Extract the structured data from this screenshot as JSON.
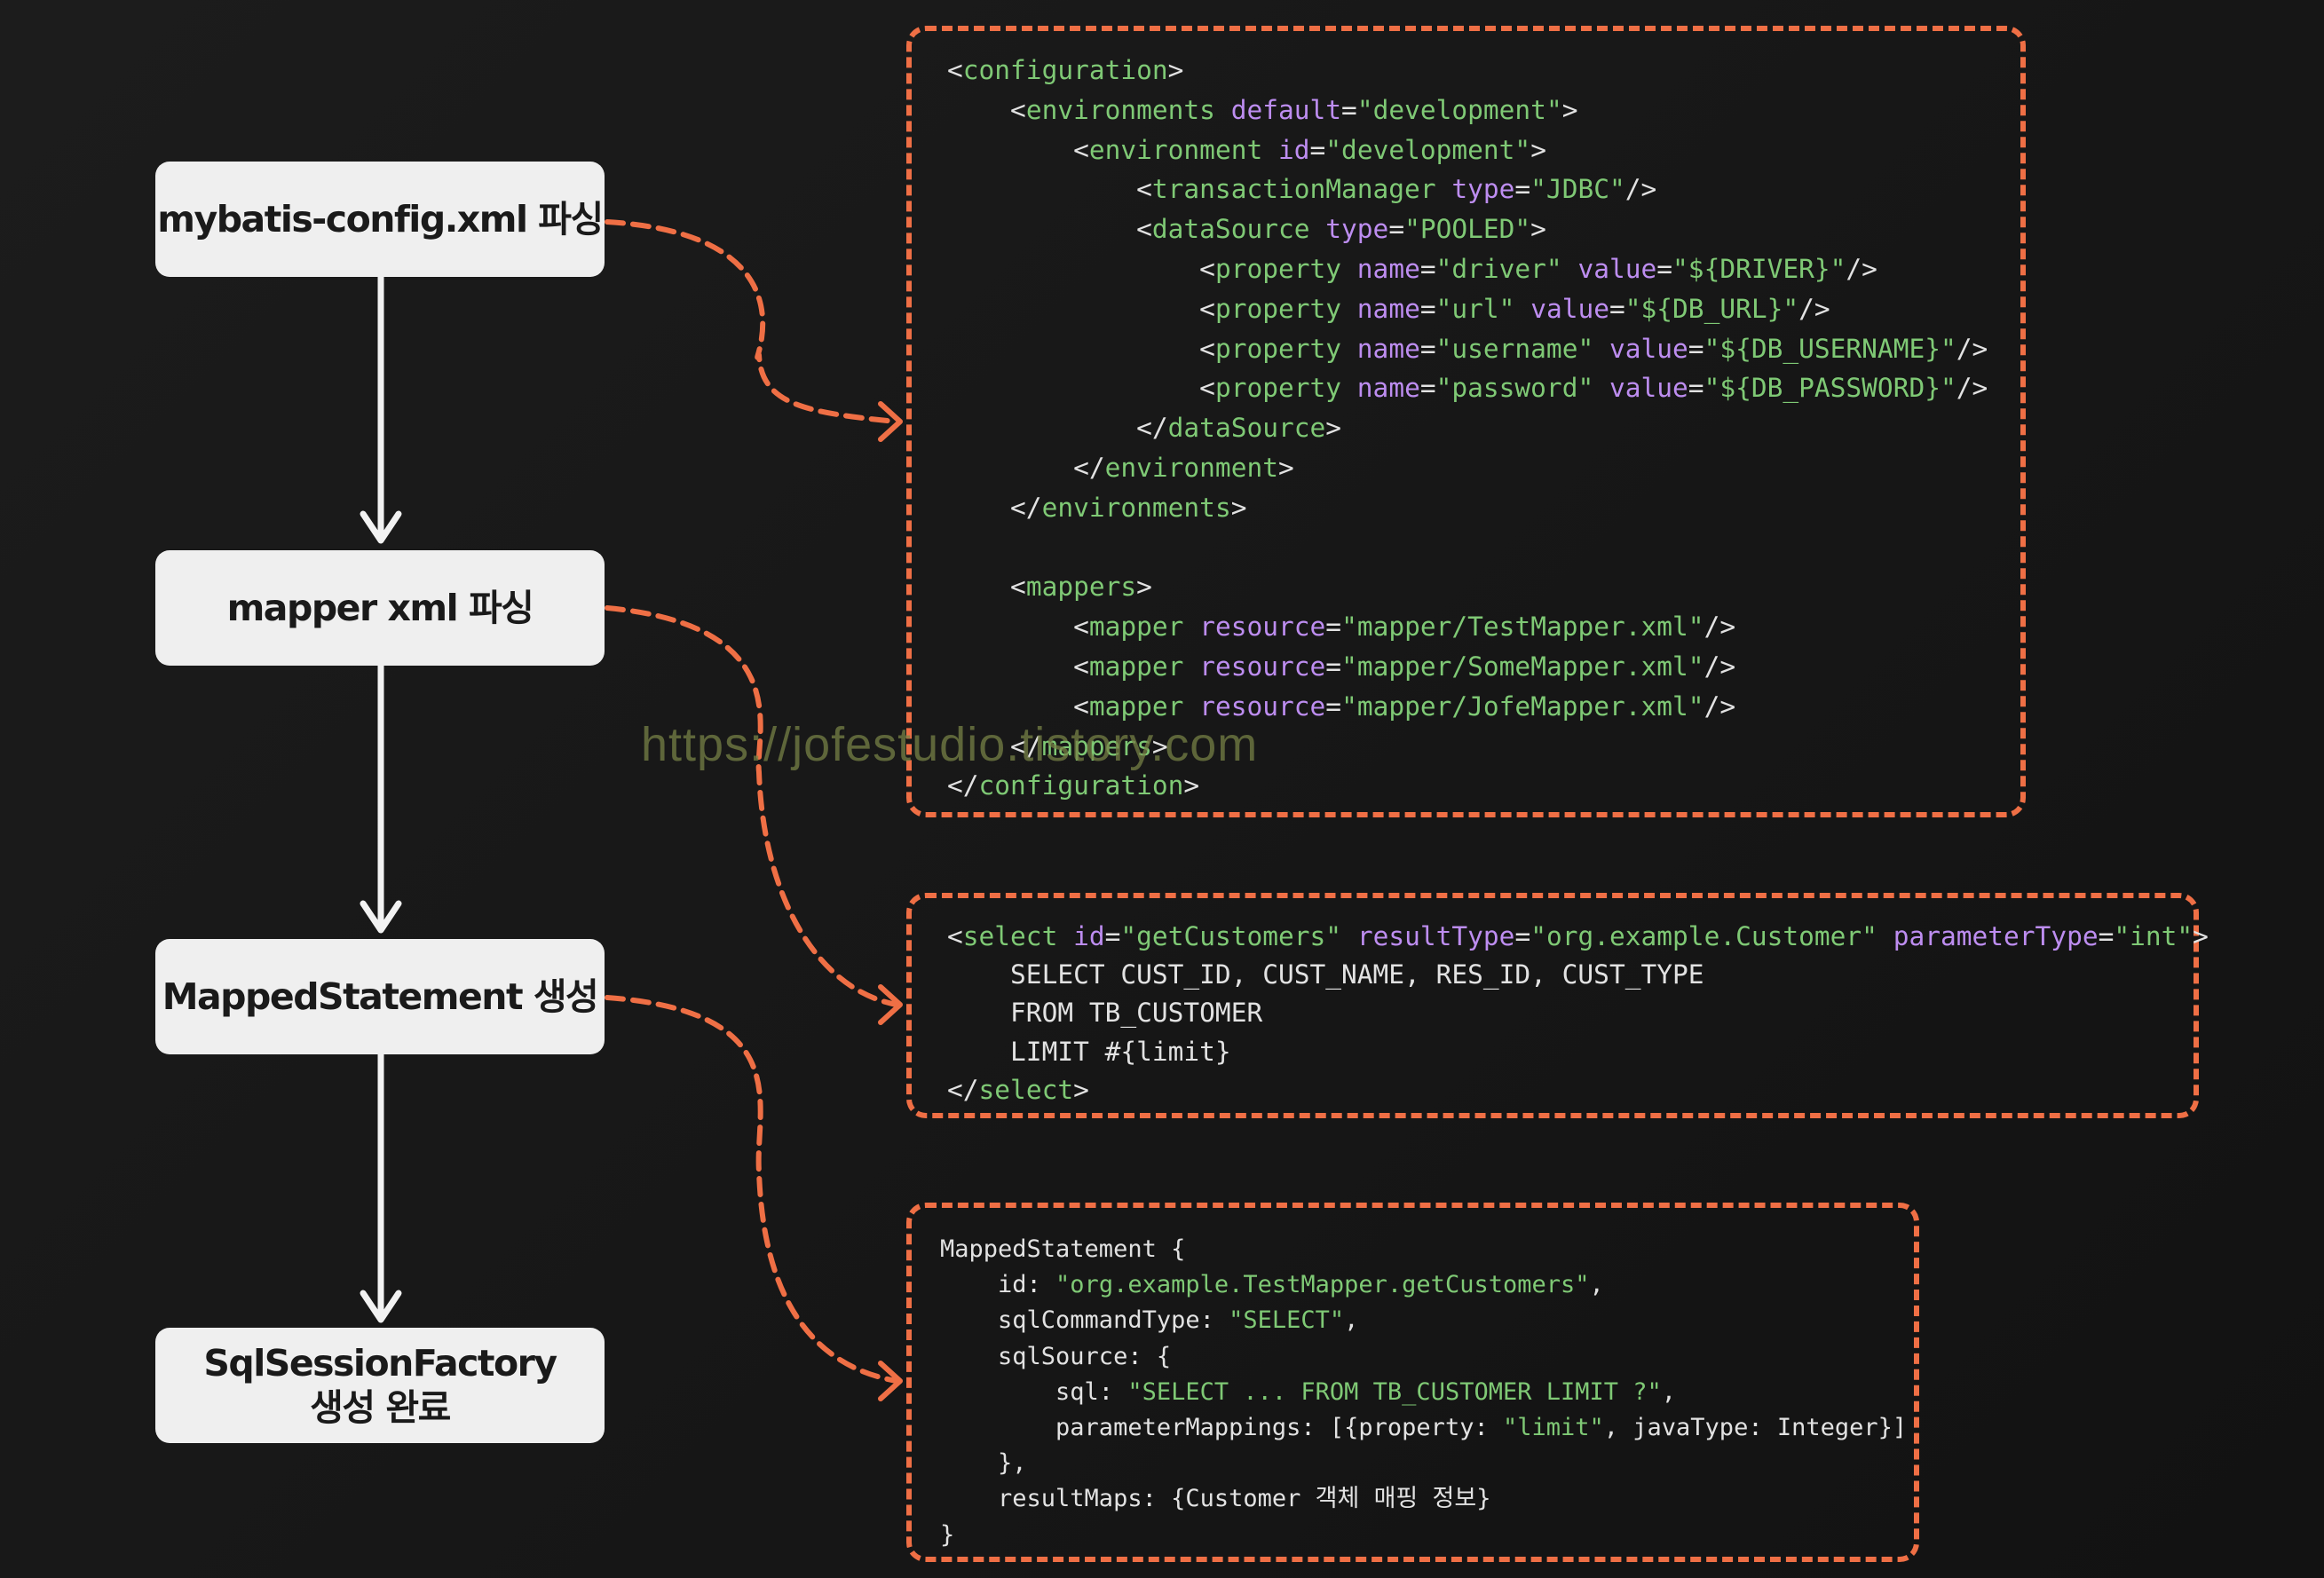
{
  "steps": [
    {
      "lines": [
        "mybatis-config.xml 파싱"
      ]
    },
    {
      "lines": [
        "mapper xml 파싱"
      ]
    },
    {
      "lines": [
        "MappedStatement 생성"
      ]
    },
    {
      "lines": [
        "SqlSessionFactory",
        "생성 완료"
      ]
    }
  ],
  "watermark": "https://jofestudio.tistory.com",
  "colors": {
    "accent_dashed": "#ef6f45",
    "tag_and_string": "#7fc975",
    "attribute": "#bd8df0",
    "plain_text": "#e2e2e2",
    "step_box": "#efefef",
    "background": "#161616"
  },
  "code_blocks": [
    {
      "name": "config-xml",
      "lines": [
        [
          [
            "p",
            "<"
          ],
          [
            "t",
            "configuration"
          ],
          [
            "p",
            ">"
          ]
        ],
        [
          [
            "p",
            "    <"
          ],
          [
            "t",
            "environments"
          ],
          [
            "p",
            " "
          ],
          [
            "a",
            "default"
          ],
          [
            "p",
            "="
          ],
          [
            "s",
            "\"development\""
          ],
          [
            "p",
            ">"
          ]
        ],
        [
          [
            "p",
            "        <"
          ],
          [
            "t",
            "environment"
          ],
          [
            "p",
            " "
          ],
          [
            "a",
            "id"
          ],
          [
            "p",
            "="
          ],
          [
            "s",
            "\"development\""
          ],
          [
            "p",
            ">"
          ]
        ],
        [
          [
            "p",
            "            <"
          ],
          [
            "t",
            "transactionManager"
          ],
          [
            "p",
            " "
          ],
          [
            "a",
            "type"
          ],
          [
            "p",
            "="
          ],
          [
            "s",
            "\"JDBC\""
          ],
          [
            "p",
            "/>"
          ]
        ],
        [
          [
            "p",
            "            <"
          ],
          [
            "t",
            "dataSource"
          ],
          [
            "p",
            " "
          ],
          [
            "a",
            "type"
          ],
          [
            "p",
            "="
          ],
          [
            "s",
            "\"POOLED\""
          ],
          [
            "p",
            ">"
          ]
        ],
        [
          [
            "p",
            "                <"
          ],
          [
            "t",
            "property"
          ],
          [
            "p",
            " "
          ],
          [
            "a",
            "name"
          ],
          [
            "p",
            "="
          ],
          [
            "s",
            "\"driver\""
          ],
          [
            "p",
            " "
          ],
          [
            "a",
            "value"
          ],
          [
            "p",
            "="
          ],
          [
            "s",
            "\"${DRIVER}\""
          ],
          [
            "p",
            "/>"
          ]
        ],
        [
          [
            "p",
            "                <"
          ],
          [
            "t",
            "property"
          ],
          [
            "p",
            " "
          ],
          [
            "a",
            "name"
          ],
          [
            "p",
            "="
          ],
          [
            "s",
            "\"url\""
          ],
          [
            "p",
            " "
          ],
          [
            "a",
            "value"
          ],
          [
            "p",
            "="
          ],
          [
            "s",
            "\"${DB_URL}\""
          ],
          [
            "p",
            "/>"
          ]
        ],
        [
          [
            "p",
            "                <"
          ],
          [
            "t",
            "property"
          ],
          [
            "p",
            " "
          ],
          [
            "a",
            "name"
          ],
          [
            "p",
            "="
          ],
          [
            "s",
            "\"username\""
          ],
          [
            "p",
            " "
          ],
          [
            "a",
            "value"
          ],
          [
            "p",
            "="
          ],
          [
            "s",
            "\"${DB_USERNAME}\""
          ],
          [
            "p",
            "/>"
          ]
        ],
        [
          [
            "p",
            "                <"
          ],
          [
            "t",
            "property"
          ],
          [
            "p",
            " "
          ],
          [
            "a",
            "name"
          ],
          [
            "p",
            "="
          ],
          [
            "s",
            "\"password\""
          ],
          [
            "p",
            " "
          ],
          [
            "a",
            "value"
          ],
          [
            "p",
            "="
          ],
          [
            "s",
            "\"${DB_PASSWORD}\""
          ],
          [
            "p",
            "/>"
          ]
        ],
        [
          [
            "p",
            "            </"
          ],
          [
            "t",
            "dataSource"
          ],
          [
            "p",
            ">"
          ]
        ],
        [
          [
            "p",
            "        </"
          ],
          [
            "t",
            "environment"
          ],
          [
            "p",
            ">"
          ]
        ],
        [
          [
            "p",
            "    </"
          ],
          [
            "t",
            "environments"
          ],
          [
            "p",
            ">"
          ]
        ],
        [
          [
            "p",
            " "
          ]
        ],
        [
          [
            "p",
            "    <"
          ],
          [
            "t",
            "mappers"
          ],
          [
            "p",
            ">"
          ]
        ],
        [
          [
            "p",
            "        <"
          ],
          [
            "t",
            "mapper"
          ],
          [
            "p",
            " "
          ],
          [
            "a",
            "resource"
          ],
          [
            "p",
            "="
          ],
          [
            "s",
            "\"mapper/TestMapper.xml\""
          ],
          [
            "p",
            "/>"
          ]
        ],
        [
          [
            "p",
            "        <"
          ],
          [
            "t",
            "mapper"
          ],
          [
            "p",
            " "
          ],
          [
            "a",
            "resource"
          ],
          [
            "p",
            "="
          ],
          [
            "s",
            "\"mapper/SomeMapper.xml\""
          ],
          [
            "p",
            "/>"
          ]
        ],
        [
          [
            "p",
            "        <"
          ],
          [
            "t",
            "mapper"
          ],
          [
            "p",
            " "
          ],
          [
            "a",
            "resource"
          ],
          [
            "p",
            "="
          ],
          [
            "s",
            "\"mapper/JofeMapper.xml\""
          ],
          [
            "p",
            "/>"
          ]
        ],
        [
          [
            "p",
            "    </"
          ],
          [
            "t",
            "mappers"
          ],
          [
            "p",
            ">"
          ]
        ],
        [
          [
            "p",
            "</"
          ],
          [
            "t",
            "configuration"
          ],
          [
            "p",
            ">"
          ]
        ]
      ]
    },
    {
      "name": "mapper-select",
      "lines": [
        [
          [
            "p",
            "<"
          ],
          [
            "t",
            "select"
          ],
          [
            "p",
            " "
          ],
          [
            "a",
            "id"
          ],
          [
            "p",
            "="
          ],
          [
            "s",
            "\"getCustomers\""
          ],
          [
            "p",
            " "
          ],
          [
            "a",
            "resultType"
          ],
          [
            "p",
            "="
          ],
          [
            "s",
            "\"org.example.Customer\""
          ],
          [
            "p",
            " "
          ],
          [
            "a",
            "parameterType"
          ],
          [
            "p",
            "="
          ],
          [
            "s",
            "\"int\""
          ],
          [
            "p",
            ">"
          ]
        ],
        [
          [
            "p",
            "    SELECT CUST_ID, CUST_NAME, RES_ID, CUST_TYPE"
          ]
        ],
        [
          [
            "p",
            "    FROM TB_CUSTOMER"
          ]
        ],
        [
          [
            "p",
            "    LIMIT #{limit}"
          ]
        ],
        [
          [
            "p",
            "</"
          ],
          [
            "t",
            "select"
          ],
          [
            "p",
            ">"
          ]
        ]
      ]
    },
    {
      "name": "mapped-statement",
      "lines": [
        [
          [
            "p",
            "MappedStatement {"
          ]
        ],
        [
          [
            "p",
            "    id: "
          ],
          [
            "s",
            "\"org.example.TestMapper.getCustomers\""
          ],
          [
            "p",
            ","
          ]
        ],
        [
          [
            "p",
            "    sqlCommandType: "
          ],
          [
            "s",
            "\"SELECT\""
          ],
          [
            "p",
            ","
          ]
        ],
        [
          [
            "p",
            "    sqlSource: {"
          ]
        ],
        [
          [
            "p",
            "        sql: "
          ],
          [
            "s",
            "\"SELECT ... FROM TB_CUSTOMER LIMIT ?\""
          ],
          [
            "p",
            ","
          ]
        ],
        [
          [
            "p",
            "        parameterMappings: [{property: "
          ],
          [
            "s",
            "\"limit\""
          ],
          [
            "p",
            ", javaType: Integer}]"
          ]
        ],
        [
          [
            "p",
            "    },"
          ]
        ],
        [
          [
            "p",
            "    resultMaps: {Customer 객체 매핑 정보}"
          ]
        ],
        [
          [
            "p",
            "}"
          ]
        ]
      ]
    }
  ]
}
